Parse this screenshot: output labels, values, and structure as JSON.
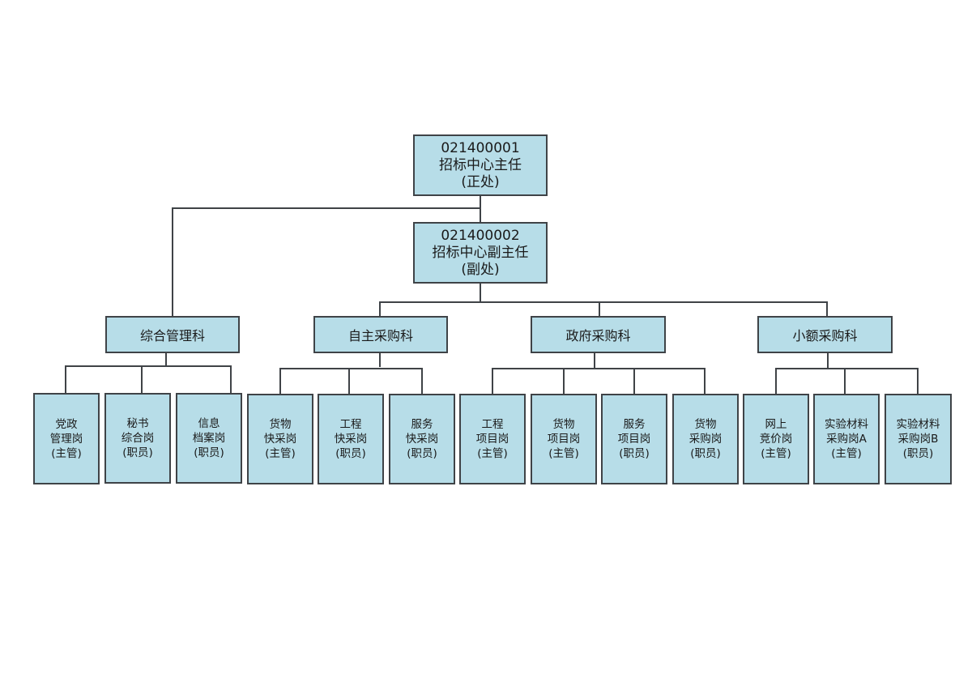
{
  "colors": {
    "box_fill": "#b7dde8",
    "box_border": "#3f4347",
    "connector": "#3f4347"
  },
  "director": {
    "code": "021400001",
    "title": "招标中心主任",
    "level": "(正处)"
  },
  "deputy": {
    "code": "021400002",
    "title": "招标中心副主任",
    "level": "(副处)"
  },
  "sections": [
    {
      "name": "综合管理科",
      "posts": [
        {
          "line1": "党政",
          "line2": "管理岗",
          "line3": "(主管)"
        },
        {
          "line1": "秘书",
          "line2": "综合岗",
          "line3": "(职员)"
        },
        {
          "line1": "信息",
          "line2": "档案岗",
          "line3": "(职员)"
        }
      ]
    },
    {
      "name": "自主采购科",
      "posts": [
        {
          "line1": "货物",
          "line2": "快采岗",
          "line3": "(主管)"
        },
        {
          "line1": "工程",
          "line2": "快采岗",
          "line3": "(职员)"
        },
        {
          "line1": "服务",
          "line2": "快采岗",
          "line3": "(职员)"
        }
      ]
    },
    {
      "name": "政府采购科",
      "posts": [
        {
          "line1": "工程",
          "line2": "项目岗",
          "line3": "(主管)"
        },
        {
          "line1": "货物",
          "line2": "项目岗",
          "line3": "(主管)"
        },
        {
          "line1": "服务",
          "line2": "项目岗",
          "line3": "(职员)"
        },
        {
          "line1": "货物",
          "line2": "采购岗",
          "line3": "(职员)"
        }
      ]
    },
    {
      "name": "小额采购科",
      "posts": [
        {
          "line1": "网上",
          "line2": "竞价岗",
          "line3": "(主管)"
        },
        {
          "line1": "实验材料",
          "line2": "采购岗A",
          "line3": "(主管)"
        },
        {
          "line1": "实验材料",
          "line2": "采购岗B",
          "line3": "(职员)"
        }
      ]
    }
  ]
}
